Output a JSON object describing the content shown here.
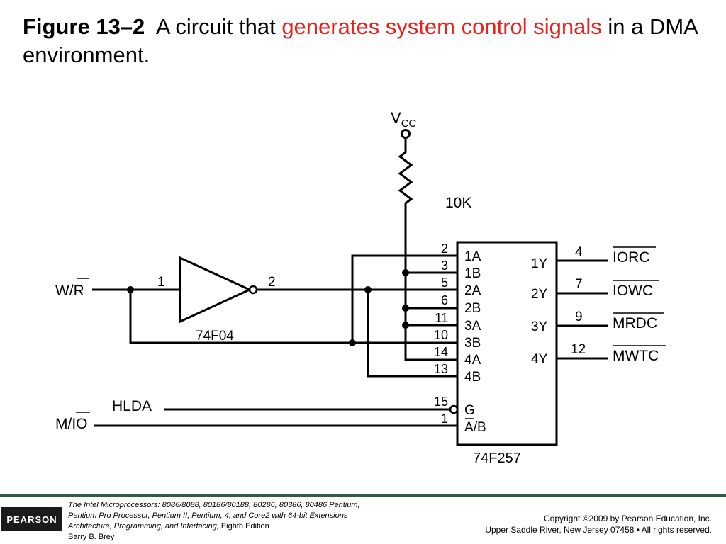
{
  "title": {
    "figure_label": "Figure 13–2",
    "pre": "A circuit that",
    "highlight": "generates system control signals",
    "post": "in a DMA environment."
  },
  "diagram": {
    "vcc": {
      "base": "V",
      "sub": "CC"
    },
    "resistor_value": "10K",
    "inverter": {
      "part": "74F04",
      "in_pin": "1",
      "out_pin": "2"
    },
    "inputs": {
      "wr": "W/R",
      "wr_bar": "R",
      "hlda": "HLDA",
      "mio": "M/IO",
      "mio_bar": "IO"
    },
    "mux": {
      "part": "74F257",
      "input_pins": [
        {
          "pin": "2",
          "name": "1A"
        },
        {
          "pin": "3",
          "name": "1B"
        },
        {
          "pin": "5",
          "name": "2A"
        },
        {
          "pin": "6",
          "name": "2B"
        },
        {
          "pin": "11",
          "name": "3A"
        },
        {
          "pin": "10",
          "name": "3B"
        },
        {
          "pin": "14",
          "name": "4A"
        },
        {
          "pin": "13",
          "name": "4B"
        }
      ],
      "g_pin": "15",
      "g_label": "G",
      "ab_pin": "1",
      "ab_label_a": "A",
      "ab_label_rest": "/B",
      "outputs": [
        {
          "pin": "4",
          "name": "1Y",
          "signal": "IORC"
        },
        {
          "pin": "7",
          "name": "2Y",
          "signal": "IOWC"
        },
        {
          "pin": "9",
          "name": "3Y",
          "signal": "MRDC"
        },
        {
          "pin": "12",
          "name": "4Y",
          "signal": "MWTC"
        }
      ]
    }
  },
  "footer": {
    "logo": "PEARSON",
    "book_title": "The Intel Microprocessors:",
    "book_line1_rest": "8086/8088, 80186/80188, 80286, 80386, 80486 Pentium,",
    "book_line2": "Pentium Pro Processor, Pentium II, Pentium, 4, and Core2 with 64-bit Extensions",
    "book_line3_ital": "Architecture, Programming, and Interfacing,",
    "book_line3_rest": "Eighth Edition",
    "author": "Barry B. Brey",
    "copyright": "Copyright ©2009 by Pearson Education, Inc.",
    "address": "Upper Saddle River, New Jersey 07458 • All rights reserved."
  }
}
